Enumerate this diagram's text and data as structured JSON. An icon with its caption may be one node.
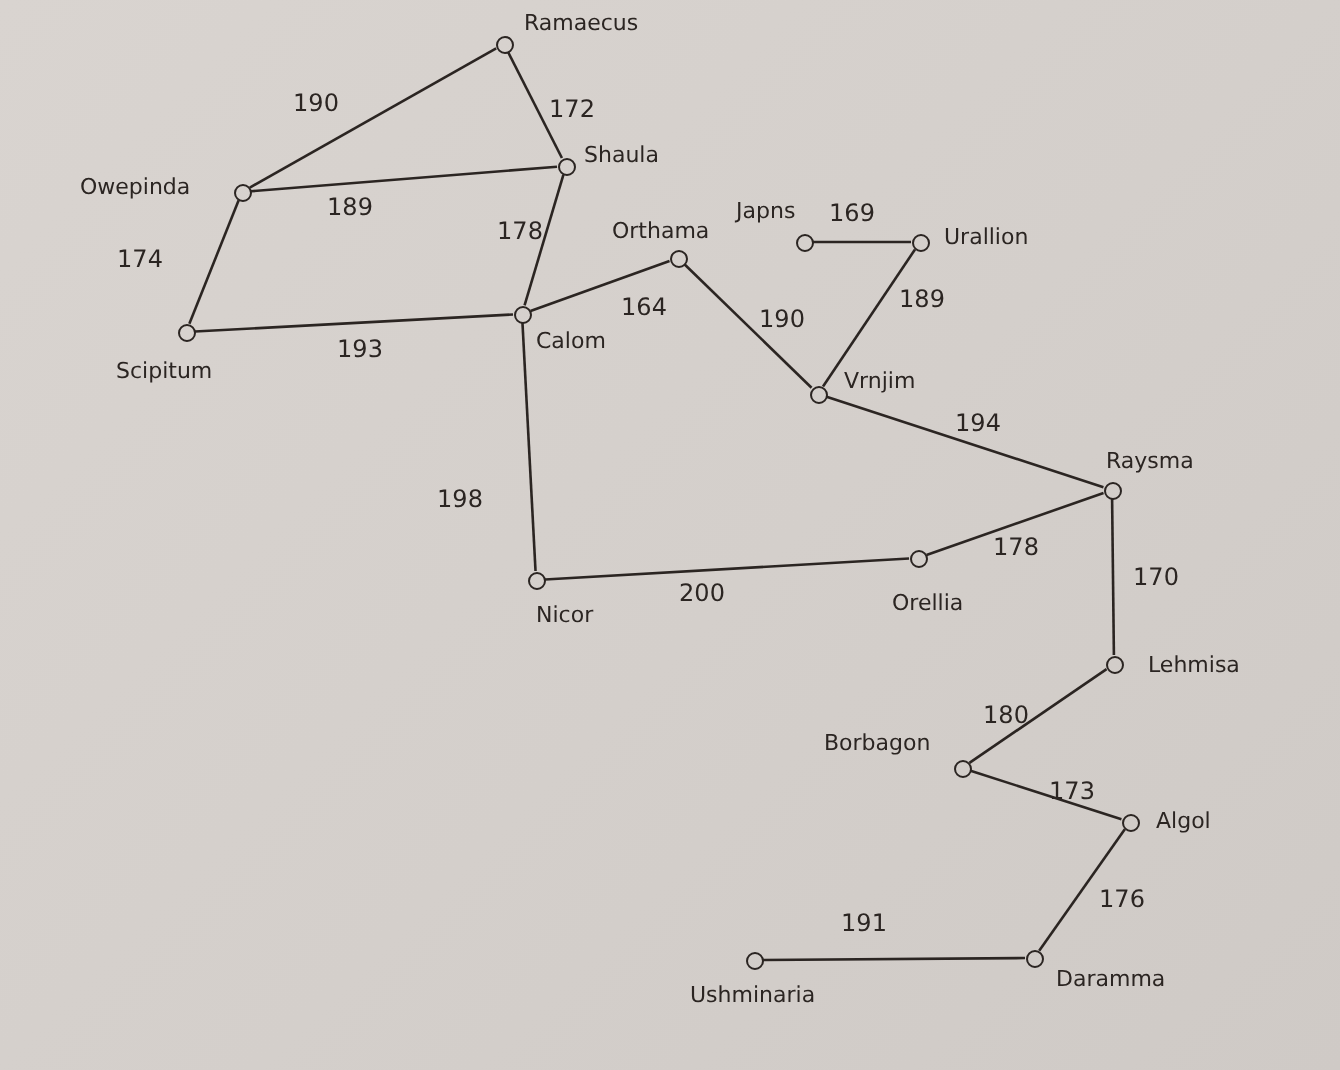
{
  "diagram": {
    "nodes": [
      {
        "text": [],
        "shape": "circle",
        "beside": [
          "Ramaecus"
        ]
      },
      {
        "text": [],
        "shape": "circle",
        "beside": [
          "Owepinda"
        ]
      },
      {
        "text": [],
        "shape": "circle",
        "beside": [
          "Shaula"
        ]
      },
      {
        "text": [],
        "shape": "circle",
        "beside": [
          "Scipitum"
        ]
      },
      {
        "text": [],
        "shape": "circle",
        "beside": [
          "Calom"
        ]
      },
      {
        "text": [],
        "shape": "circle",
        "beside": [
          "Orthama"
        ]
      },
      {
        "text": [],
        "shape": "circle",
        "beside": [
          "Japns"
        ]
      },
      {
        "text": [],
        "shape": "circle",
        "beside": [
          "Urallion"
        ]
      },
      {
        "text": [],
        "shape": "circle",
        "beside": [
          "Vrnjim"
        ]
      },
      {
        "text": [],
        "shape": "circle",
        "beside": [
          "Raysma"
        ]
      },
      {
        "text": [],
        "shape": "circle",
        "beside": [
          "Nicor"
        ]
      },
      {
        "text": [],
        "shape": "circle",
        "beside": [
          "Orellia"
        ]
      },
      {
        "text": [],
        "shape": "circle",
        "beside": [
          "Lehmisa"
        ]
      },
      {
        "text": [],
        "shape": "circle",
        "beside": [
          "Borbagon"
        ]
      },
      {
        "text": [],
        "shape": "circle",
        "beside": [
          "Algol"
        ]
      },
      {
        "text": [],
        "shape": "circle",
        "beside": [
          "Daramma"
        ]
      },
      {
        "text": [],
        "shape": "circle",
        "beside": [
          "Ushminaria"
        ]
      }
    ],
    "edges": [
      {
        "from": 0,
        "to": 1,
        "arrow": "none",
        "label": "190"
      },
      {
        "from": 0,
        "to": 2,
        "arrow": "none",
        "label": "172"
      },
      {
        "from": 1,
        "to": 2,
        "arrow": "none",
        "label": "189"
      },
      {
        "from": 1,
        "to": 3,
        "arrow": "none",
        "label": "174"
      },
      {
        "from": 2,
        "to": 4,
        "arrow": "none",
        "label": "178"
      },
      {
        "from": 3,
        "to": 4,
        "arrow": "none",
        "label": "193"
      },
      {
        "from": 4,
        "to": 5,
        "arrow": "none",
        "label": "164"
      },
      {
        "from": 4,
        "to": 10,
        "arrow": "none",
        "label": "198"
      },
      {
        "from": 5,
        "to": 8,
        "arrow": "none",
        "label": "190"
      },
      {
        "from": 6,
        "to": 7,
        "arrow": "none",
        "label": "169"
      },
      {
        "from": 7,
        "to": 8,
        "arrow": "none",
        "label": "189"
      },
      {
        "from": 8,
        "to": 9,
        "arrow": "none",
        "label": "194"
      },
      {
        "from": 10,
        "to": 11,
        "arrow": "none",
        "label": "200"
      },
      {
        "from": 11,
        "to": 9,
        "arrow": "none",
        "label": "178"
      },
      {
        "from": 9,
        "to": 12,
        "arrow": "none",
        "label": "170"
      },
      {
        "from": 12,
        "to": 13,
        "arrow": "none",
        "label": "180"
      },
      {
        "from": 13,
        "to": 14,
        "arrow": "none",
        "label": "173"
      },
      {
        "from": 14,
        "to": 15,
        "arrow": "none",
        "label": "176"
      },
      {
        "from": 15,
        "to": 16,
        "arrow": "none",
        "label": "191"
      }
    ]
  }
}
